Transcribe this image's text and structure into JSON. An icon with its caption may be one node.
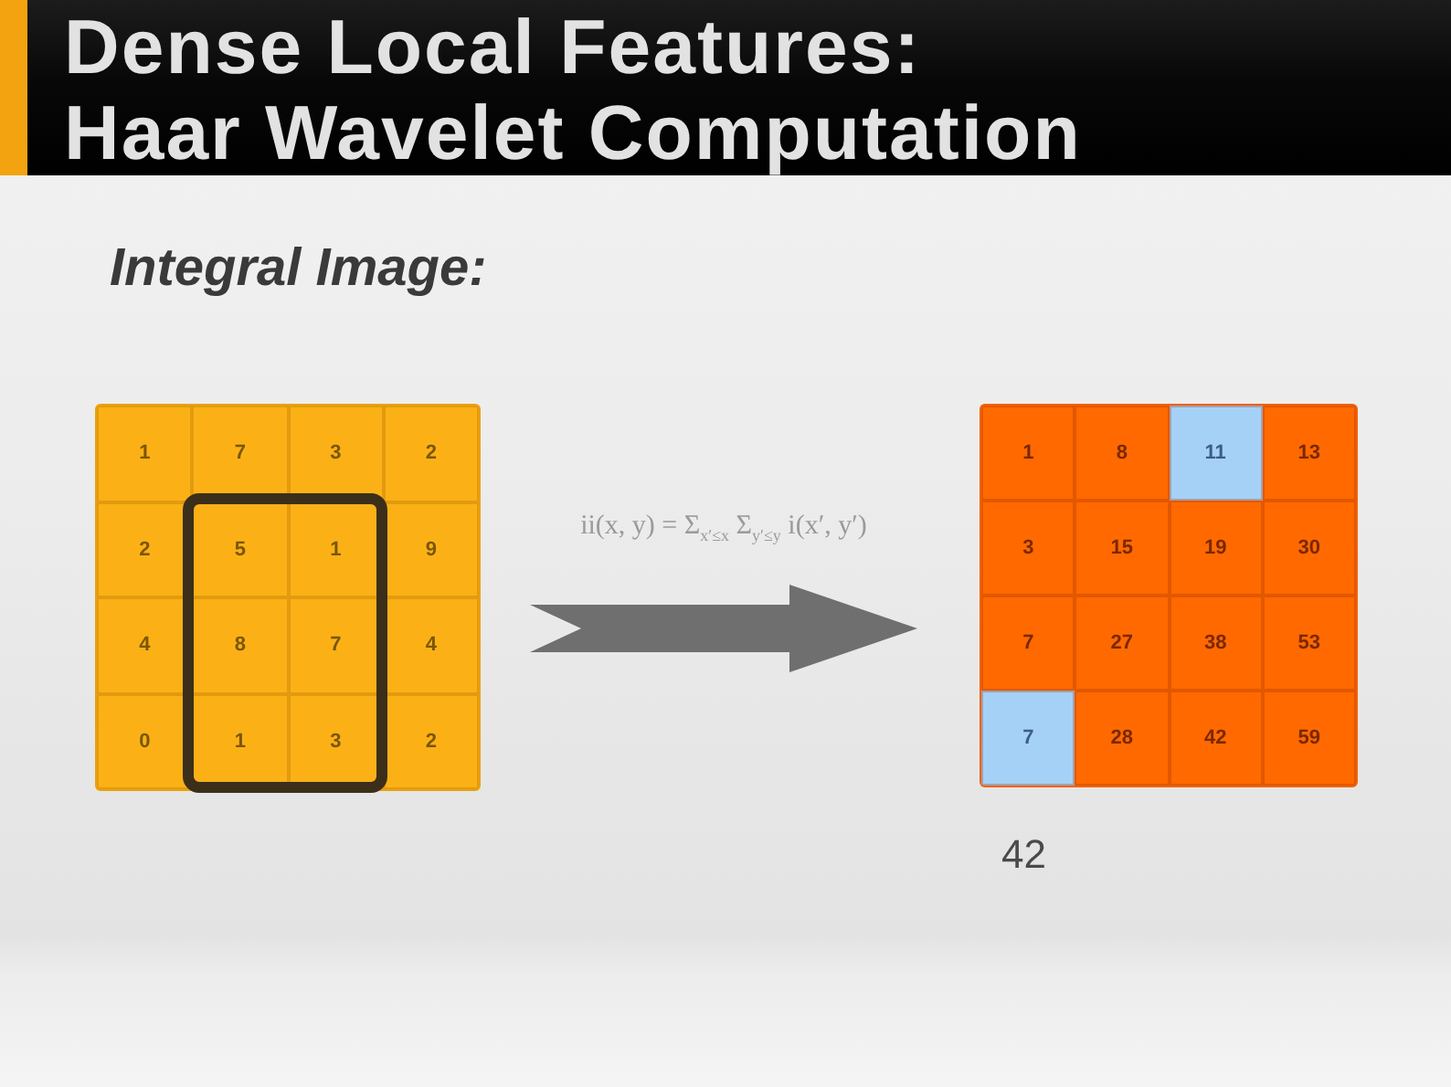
{
  "diagram": {
    "title": "Dense Local Features: Haar Wavelet Computation",
    "nodes": [
      {
        "text": [],
        "shape": "box"
      },
      {
        "text": [
          "1"
        ],
        "in": 0
      },
      {
        "text": [
          "7"
        ],
        "in": 0
      },
      {
        "text": [
          "3"
        ],
        "in": 0
      },
      {
        "text": [
          "2"
        ],
        "in": 0
      },
      {
        "text": [
          "2"
        ],
        "in": 0
      },
      {
        "text": [
          "5"
        ],
        "in": 0
      },
      {
        "text": [
          "1"
        ],
        "in": 0
      },
      {
        "text": [
          "9"
        ],
        "in": 0
      },
      {
        "text": [
          "4"
        ],
        "in": 0
      },
      {
        "text": [
          "8"
        ],
        "in": 0
      },
      {
        "text": [
          "7"
        ],
        "in": 0
      },
      {
        "text": [
          "4"
        ],
        "in": 0
      },
      {
        "text": [
          "0"
        ],
        "in": 0
      },
      {
        "text": [
          "1"
        ],
        "in": 0
      },
      {
        "text": [
          "3"
        ],
        "in": 0
      },
      {
        "text": [
          "2"
        ],
        "in": 0
      },
      {
        "text": [],
        "shape": "box"
      },
      {
        "text": [
          "1"
        ],
        "in": 17
      },
      {
        "text": [
          "8"
        ],
        "in": 17
      },
      {
        "text": [
          "11"
        ],
        "in": 17
      },
      {
        "text": [
          "13"
        ],
        "in": 17
      },
      {
        "text": [
          "3"
        ],
        "in": 17
      },
      {
        "text": [
          "15"
        ],
        "in": 17
      },
      {
        "text": [
          "19"
        ],
        "in": 17
      },
      {
        "text": [
          "30"
        ],
        "in": 17
      },
      {
        "text": [
          "7"
        ],
        "in": 17
      },
      {
        "text": [
          "27"
        ],
        "in": 17
      },
      {
        "text": [
          "38"
        ],
        "in": 17
      },
      {
        "text": [
          "53"
        ],
        "in": 17
      },
      {
        "text": [
          "7"
        ],
        "in": 17
      },
      {
        "text": [
          "28"
        ],
        "in": 17
      },
      {
        "text": [
          "42"
        ],
        "in": 17
      },
      {
        "text": [
          "59"
        ],
        "in": 17
      }
    ],
    "edges": [
      {
        "from": 0,
        "to": 17,
        "arrow": "to",
        "style": "thick",
        "label": "ii(x, y) = Σ$_{x′≤x}$ Σ$_{y′≤y}$ i(x′, y′)"
      }
    ],
    "labels": [
      "Integral Image:",
      "42"
    ]
  }
}
